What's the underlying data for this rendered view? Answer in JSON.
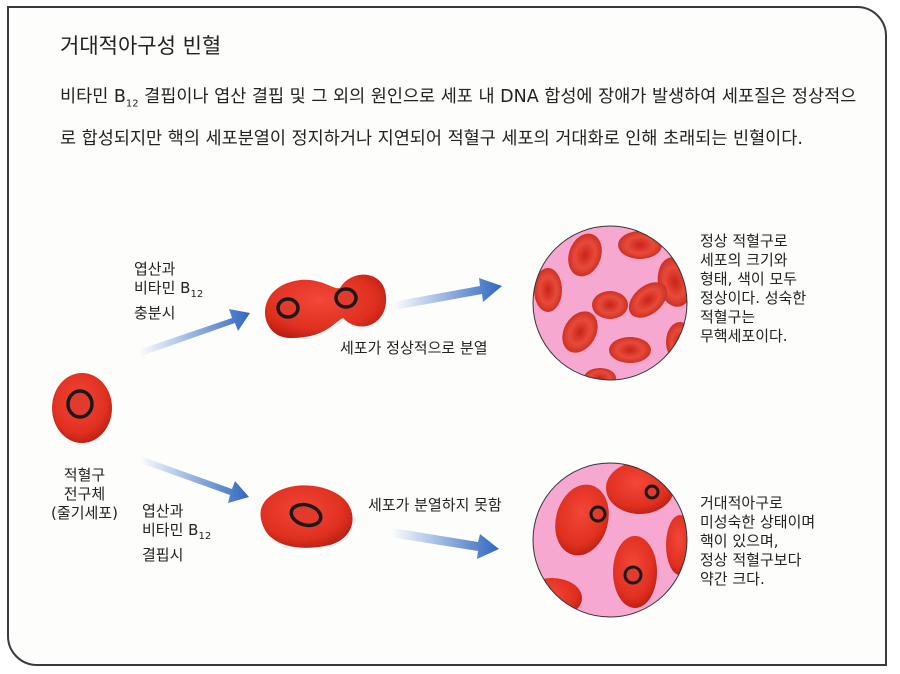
{
  "title": "거대적아구성 빈혈",
  "description": {
    "part1": "비타민 B",
    "sub": "12",
    "part2": " 결핍이나 엽산 결핍 및 그 외의 원인으로 세포 내 DNA 합성에 장애가 발생하여 세포질은 정상적으로 합성되지만 핵의 세포분열이 정지하거나 지연되어 적혈구 세포의 거대화로 인해 초래되는 빈혈이다."
  },
  "progenitor": {
    "line1": "적혈구",
    "line2": "전구체",
    "line3": "(줄기세포)"
  },
  "upper": {
    "condition": {
      "line1": "엽산과",
      "line2": "비타민 B",
      "sub": "12",
      "line3": "충분시"
    },
    "process": "세포가 정상적으로 분열",
    "result": {
      "line1": "정상 적혈구로",
      "line2": "세포의 크기와",
      "line3": "형태, 색이 모두",
      "line4": "정상이다. 성숙한",
      "line5": "적혈구는",
      "line6": "무핵세포이다."
    }
  },
  "lower": {
    "condition": {
      "line1": "엽산과",
      "line2": "비타민 B",
      "sub": "12",
      "line3": "결핍시"
    },
    "process": "세포가 분열하지 못함",
    "result": {
      "line1": "거대적아구로",
      "line2": "미성숙한 상태이며",
      "line3": "핵이 있으며,",
      "line4": "정상 적혈구보다",
      "line5": "약간 크다."
    }
  },
  "colors": {
    "cell": "#e8352b",
    "cellDark": "#b8201a",
    "plasma": "#f4a6cf",
    "arrow": "#3f73c4",
    "nucleus": "#1a1a1a"
  }
}
